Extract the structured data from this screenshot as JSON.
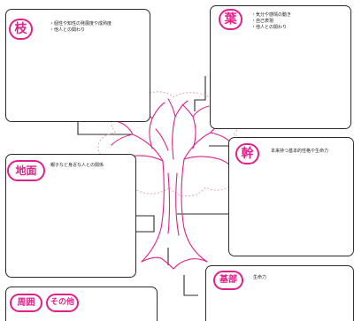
{
  "colors": {
    "accent": "#e0218a",
    "frame": "#2b2b2b",
    "crown_dotted": "#e9a4c6"
  },
  "sections": {
    "branch": {
      "label": "枝",
      "notes": [
        "・個性や知性の発展度や成熟度",
        "・他人との関わり"
      ]
    },
    "leaf": {
      "label": "葉",
      "notes": [
        "・気分や感情の動き",
        "・自己表現",
        "・他人との関わり"
      ]
    },
    "trunk": {
      "label": "幹",
      "note": "本来持つ基本的性格や生命力"
    },
    "ground": {
      "label": "地面",
      "note": "親子など身近な人との関係"
    },
    "root": {
      "label": "基部",
      "note": "生命力"
    },
    "surroundings": {
      "label": "周囲",
      "label2": "その他"
    }
  }
}
